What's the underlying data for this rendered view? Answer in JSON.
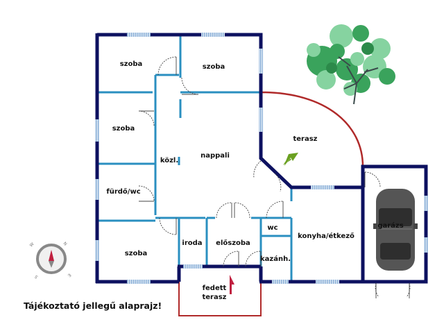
{
  "rooms": {
    "szoba_top_left": "szoba",
    "szoba_top_right": "szoba",
    "szoba_mid_left": "szoba",
    "furdo_wc": "fürdő/wc",
    "szoba_bottom_left": "szoba",
    "kozl": "közl.",
    "nappali": "nappali",
    "terasz": "terasz",
    "iroda": "iroda",
    "eloszoba": "előszoba",
    "wc": "wc",
    "kazanh": "kazánh.",
    "konyha": "konyha/étkező",
    "garazs": "garázs",
    "fedett_terasz_1": "fedett",
    "fedett_terasz_2": "terasz"
  },
  "compass": {
    "north": "N",
    "east": "E",
    "south": "S",
    "west": "W"
  },
  "caption": "Tájékoztató jellegű alaprajz!",
  "colors": {
    "outer_wall": "#0d1160",
    "inner_wall": "#2a8fc0",
    "window": "#9fbfe0",
    "terrace_outline": "#b02a2a",
    "entrance_arrow": "#c02040",
    "terrace_arrow": "#6aa020",
    "tree_dark": "#3aa35c",
    "tree_light": "#86d3a0",
    "car_body": "#555555"
  }
}
